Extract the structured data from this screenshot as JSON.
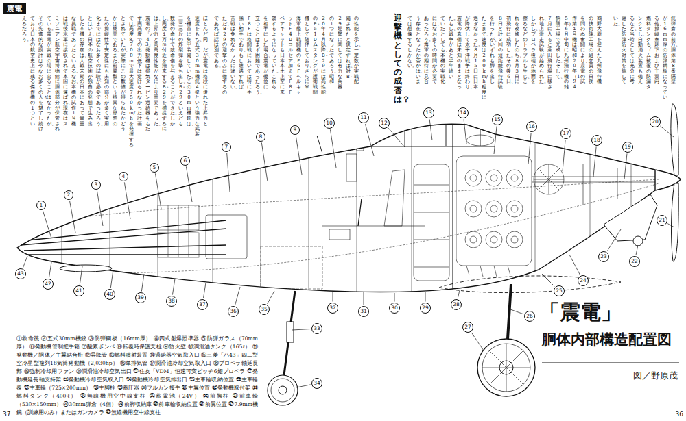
{
  "diagram": {
    "title": "「震電」",
    "caption": "図／野原茂",
    "nodes": [
      {
        "text": [
          "震電"
        ]
      },
      {
        "text": [
          "1"
        ]
      },
      {
        "text": [
          "2"
        ]
      },
      {
        "text": [
          "3"
        ]
      },
      {
        "text": [
          "4"
        ]
      },
      {
        "text": [
          "5"
        ]
      },
      {
        "text": [
          "6"
        ]
      },
      {
        "text": [
          "7"
        ]
      },
      {
        "text": [
          "8"
        ]
      },
      {
        "text": [
          "9"
        ]
      },
      {
        "text": [
          "10"
        ]
      },
      {
        "text": [
          "11"
        ]
      },
      {
        "text": [
          "12"
        ]
      },
      {
        "text": [
          "13"
        ]
      },
      {
        "text": [
          "14"
        ]
      },
      {
        "text": [
          "15"
        ]
      },
      {
        "text": [
          "16"
        ]
      },
      {
        "text": [
          "17"
        ]
      },
      {
        "text": [
          "18"
        ]
      },
      {
        "text": [
          "19"
        ]
      },
      {
        "text": [
          "20"
        ]
      },
      {
        "text": [
          "21"
        ]
      },
      {
        "text": [
          "22"
        ]
      },
      {
        "text": [
          "23"
        ]
      },
      {
        "text": [
          "24"
        ]
      },
      {
        "text": [
          "25"
        ]
      },
      {
        "text": [
          "26"
        ]
      },
      {
        "text": [
          "27"
        ]
      },
      {
        "text": [
          "28"
        ]
      },
      {
        "text": [
          "29"
        ]
      },
      {
        "text": [
          "30"
        ]
      },
      {
        "text": [
          "31"
        ]
      },
      {
        "text": [
          "32"
        ]
      },
      {
        "text": [
          "33"
        ]
      },
      {
        "text": [
          "34"
        ]
      },
      {
        "text": [
          "35"
        ]
      },
      {
        "text": [
          "36"
        ]
      },
      {
        "text": [
          "37"
        ]
      },
      {
        "text": [
          "38"
        ]
      },
      {
        "text": [
          "39"
        ]
      },
      {
        "text": [
          "40"
        ]
      },
      {
        "text": [
          "41"
        ]
      },
      {
        "text": [
          "42"
        ]
      },
      {
        "text": [
          "43"
        ]
      }
    ],
    "edges": [],
    "labels": [
      "37",
      "36",
      "銃弾倉の前方、胴体第８番隔壁",
      "が16mm厚の防弾鋼板になってい",
      "る他、操縦室床下および主翼内",
      "燃料タンクもゴム被覆の防漏タ",
      "ンクとし、自動消火装置も備え",
      "るなど、当時としては充分に考",
      "慮した防弾・防火対策を施して",
      "いた。",
      "鶴野大尉を迎えた九州飛行機",
      "の技術陣、工場の組立員の日夜",
      "を問わぬ奮闘により、震電の試",
      "作第１号機は、昭和20年（194",
      "5年）6月中旬に九州飛行機の雑",
      "餉隈工場で完成した。そして、",
      "７月に入ると蓆田飛行場に移さ",
      "れ、地上滑走試験が始められた。",
      "しかし、プロペラ後端が地面を",
      "擦るなどのトラブルも生じ、こ",
      "れを改修したのち、８月３日に",
      "初飛行に成功した。その後6日、",
      "８日と計３回の短距離飛行試験",
      "を行ったが、いずれも脚を出し",
      "たままで、速度は200km/h程度に",
      "過ぎなかった。8月15日に日本",
      "が降伏して太平洋戦争は終わり、",
      "震電の真価は未知のままとなっ",
      "た。もし、戦争があと半年続い",
      "ていたとしても、本機の実戦化",
      "には、なお多くの時間が必要で",
      "あったろう。海軍の期待に見合",
      "う存在となったか否かは、いま",
      "では想像するしかない。",
      "迎撃機としての成否は？",
      "の性能を示し、一定数が実戦配",
      "備されたと仮定すれば、対Ｂ-",
      "29迎撃に関しては有力な兵器",
      "の１つになったであろう。昭和",
      "20年4月以降、Ｂ-29には高性能",
      "のＰ-51Ｄムスタングが護衛戦闘",
      "機として随伴しており、さらに米",
      "海軍艦上戦闘機のＦ6Ｆヘルキャ",
      "ット、Ｆ4Ｕコルセア、加えてＦ8Ｆ",
      "ベアキャットも日本本土上空に来",
      "襲するようになっていた。これら",
      "を相手にした場合、震電が優位に",
      "立つことはまず困難であったろう。",
      "Ｆ8Ｆは格闘戦においては特に手",
      "強い相手であり、もし遭遇すれば",
      "苦戦は免れなかったに違いない。",
      "ただ、Ｂ-29の迎撃のみに徹するの",
      "であれば、話は別である。",
      "ほとんど同一だが、震電は格段に優れた上昇力と",
      "速度をもち、五式30mm機銃４挺という強力な武装",
      "を機首に集中装備していた。この30mm機銃は、",
      "三三・三斤の炸裂弾を撃ち出し、Ｂ-29といえども",
      "数発の命中で致命傷を与えることができた。しか",
      "し、高度１万ｍ付近を飛来するＢ-29を捕捉するに",
      "は、上昇力と高高度性能がなにより重要であった。",
      "震電の「ハ43」発動機は排気タービン過給器をもた",
      "ず、高高度での出力低下は避けられなかった。計画",
      "では、高度8,700ｍで最大速度750km/hを発揮する",
      "とされていたが、実際にこの数値が得られたかどう",
      "かは疑問である。また、前翼型という特異な形態の",
      "ため、操縦性や安定性にも未知の部分が多く、実用",
      "化までにはなお多くの試験が必要であったろう。",
      "とはいえ、日本の航空技術が独自の発想で生み出",
      "した本機の存在は、大戦末期の日本にあって貴重",
      "な挑戦であったといえる。なお、本機の試作１号機",
      "は戦後米軍に接収されて本国に運ばれ、現在はス",
      "ミソニアン航空宇宙博物館に胴体部分が保管され",
      "ている。震電が実戦の場に出ることはなかったが、",
      "その先進的な設計は今なお多くの人々を魅了し続け",
      "ており、日本の航空史上に残る傑作機の１つとい",
      "えるだろう。",
      "①救命筏 ②五式30mm機銃 ③防弾鋼板（16mm厚） ④四式射爆照準器 ⑤防弾ガラス（70mm厚） ⑥発動機管制把手箱 ⑦酸素ボンベ ⑧転覆時保護支柱 ⑨防火壁 ⑩潤滑油タンク（165ℓ） ⑪発動機／胴体／主翼結合桁 ⑫昇降管 ⑬燃料噴射装置 ⑭過給器空気取入口 ⑮三菱「ハ43」四二型空冷星型複列18気筒発動機（2,030hp） ⑯単排気管 ⑰潤滑油冷却空気取入口 ⑱プロペラ軸延長部 ⑲強制冷却用ファン ⑳潤滑油冷却空気出口 ㉑住友「VDM」恒速可変ピッチ6翅プロペラ ㉒発動機延長軸支持架 ㉓発動機冷却空気取入口 ㉔発動機冷却空気排出口 ㉕主車輪収納位置 ㉖主車輪覆 ㉗主車輪（725×200mm） ㉘主脚柱 ㉙蓄圧器 ㉚フルカン接手 ㉛主翼位置 ㉜発動機取付架 ㉝燃料タンク（400ℓ） ㉞無線機用空中線支柱 ㉟蓄電池（24V） ㊱前脚柱 ㊲前車輪（530×150mm） ㊳30mm弾倉（4個） ㊴前脚収納庫 ㊵前車輪収納位置 ㊶前翼位置 ㊷7.9mm機銃（訓練用のみ）またはガンカメラ ㊸無線機用空中線支柱",
      "胴体内部構造配置図"
    ]
  }
}
